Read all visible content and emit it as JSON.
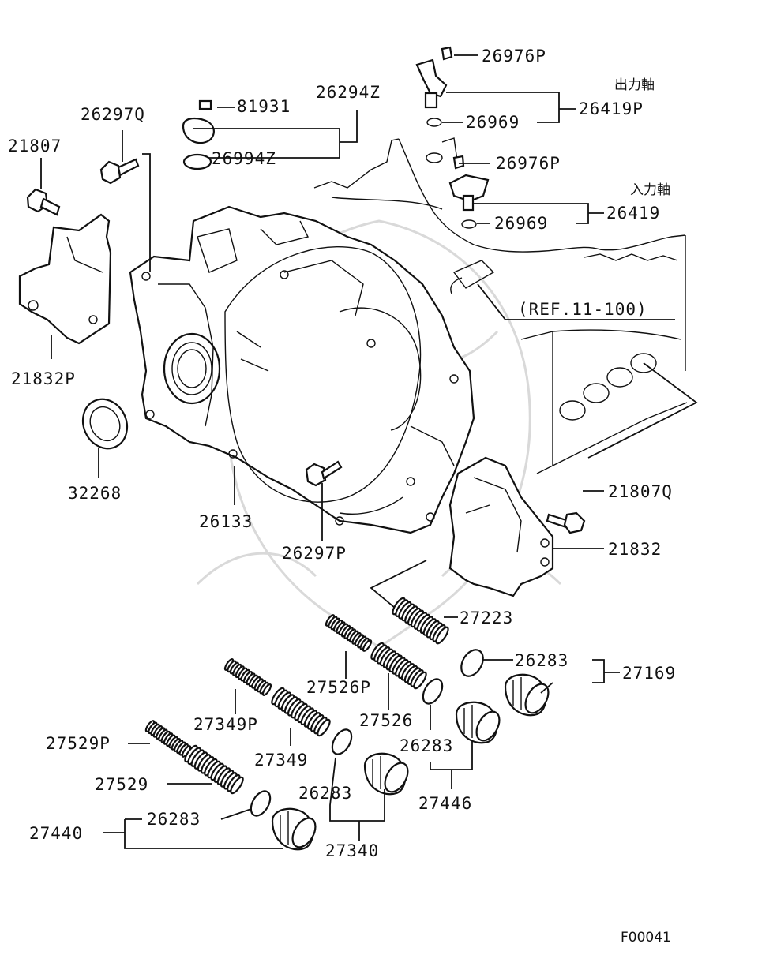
{
  "labels": {
    "p26976P_a": "26976P",
    "out_shaft": "出力軸",
    "p81931": "81931",
    "p26294Z": "26294Z",
    "p26419P": "26419P",
    "p26297Q": "26297Q",
    "p26969_a": "26969",
    "p26994Z": "26994Z",
    "p21807": "21807",
    "p26976P_b": "26976P",
    "in_shaft": "入力軸",
    "p26419": "26419",
    "p26969_b": "26969",
    "ref": "(REF.11-100)",
    "p21832P": "21832P",
    "p32268": "32268",
    "p26133": "26133",
    "p21807Q": "21807Q",
    "p26297P": "26297P",
    "p21832": "21832",
    "p27223": "27223",
    "p26283_a": "26283",
    "p27169": "27169",
    "p27526P": "27526P",
    "p27349P": "27349P",
    "p27526": "27526",
    "p26283_b": "26283",
    "p27529P": "27529P",
    "p27349": "27349",
    "p27446": "27446",
    "p27529": "27529",
    "p26283_c": "26283",
    "p26283_d": "26283",
    "p27440": "27440",
    "p27340": "27340",
    "fig": "F00041"
  }
}
